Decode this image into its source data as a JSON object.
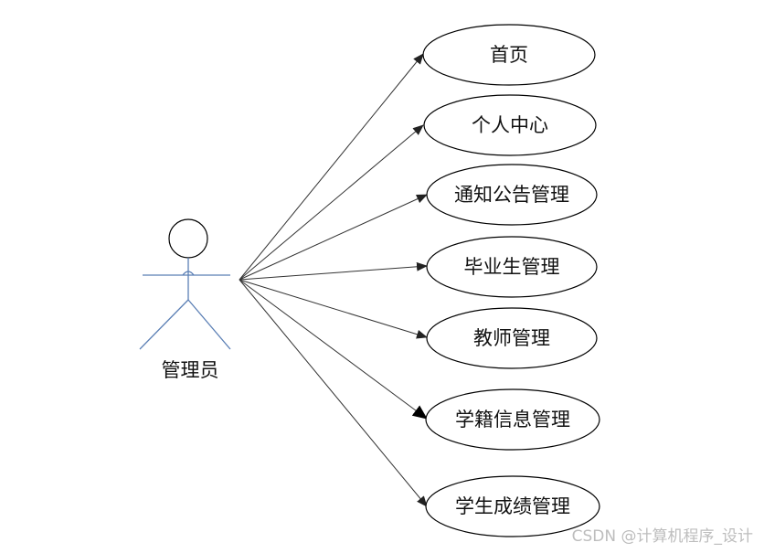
{
  "actor": {
    "label": "管理员"
  },
  "use_cases": [
    {
      "id": "home",
      "label": "首页"
    },
    {
      "id": "personal-center",
      "label": "个人中心"
    },
    {
      "id": "notice-management",
      "label": "通知公告管理"
    },
    {
      "id": "graduate-management",
      "label": "毕业生管理"
    },
    {
      "id": "teacher-management",
      "label": "教师管理"
    },
    {
      "id": "student-status-management",
      "label": "学籍信息管理"
    },
    {
      "id": "score-management",
      "label": "学生成绩管理"
    }
  ],
  "watermark": "CSDN @计算机程序_设计",
  "colors": {
    "actor_stroke": "#5b7fb5",
    "head_stroke": "#000000",
    "line": "#333333",
    "ellipse_stroke": "#000000",
    "watermark": "#bdbdbd"
  }
}
